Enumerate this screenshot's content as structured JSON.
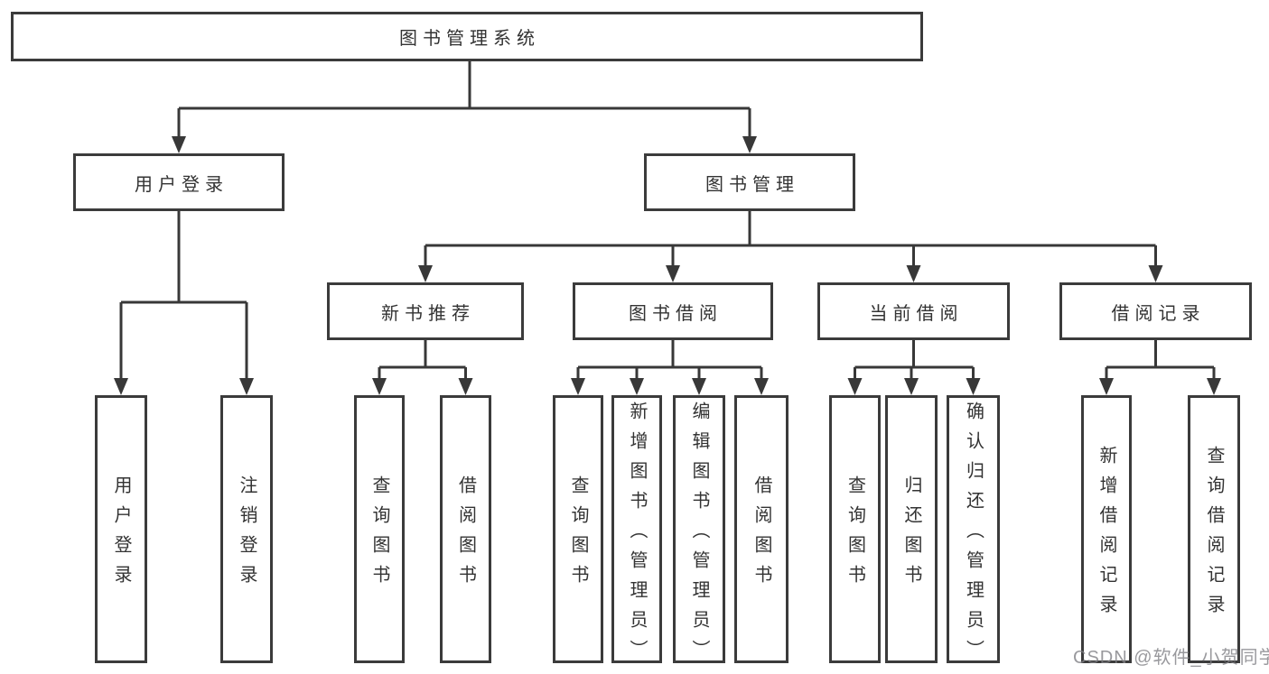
{
  "diagram": {
    "root": {
      "label": "图书管理系统"
    },
    "branches": [
      {
        "label": "用户登录"
      },
      {
        "label": "图书管理"
      }
    ],
    "modules": [
      {
        "label": "新书推荐",
        "parent": "图书管理"
      },
      {
        "label": "图书借阅",
        "parent": "图书管理"
      },
      {
        "label": "当前借阅",
        "parent": "图书管理"
      },
      {
        "label": "借阅记录",
        "parent": "图书管理"
      }
    ],
    "functions": [
      {
        "label": "用户登录",
        "parent": "用户登录"
      },
      {
        "label": "注销登录",
        "parent": "用户登录"
      },
      {
        "label": "查询图书",
        "parent": "新书推荐"
      },
      {
        "label": "借阅图书",
        "parent": "新书推荐"
      },
      {
        "label": "查询图书",
        "parent": "图书借阅"
      },
      {
        "label": "新增图书（管理员）",
        "parent": "图书借阅"
      },
      {
        "label": "编辑图书（管理员）",
        "parent": "图书借阅"
      },
      {
        "label": "借阅图书",
        "parent": "图书借阅"
      },
      {
        "label": "查询图书",
        "parent": "当前借阅"
      },
      {
        "label": "归还图书",
        "parent": "当前借阅"
      },
      {
        "label": "确认归还（管理员）",
        "parent": "当前借阅"
      },
      {
        "label": "新增借阅记录",
        "parent": "借阅记录"
      },
      {
        "label": "查询借阅记录",
        "parent": "借阅记录"
      }
    ]
  },
  "watermark": "CSDN @软件_小贺同学",
  "colors": {
    "line": "#383838",
    "text": "#333333",
    "background": "#ffffff"
  }
}
